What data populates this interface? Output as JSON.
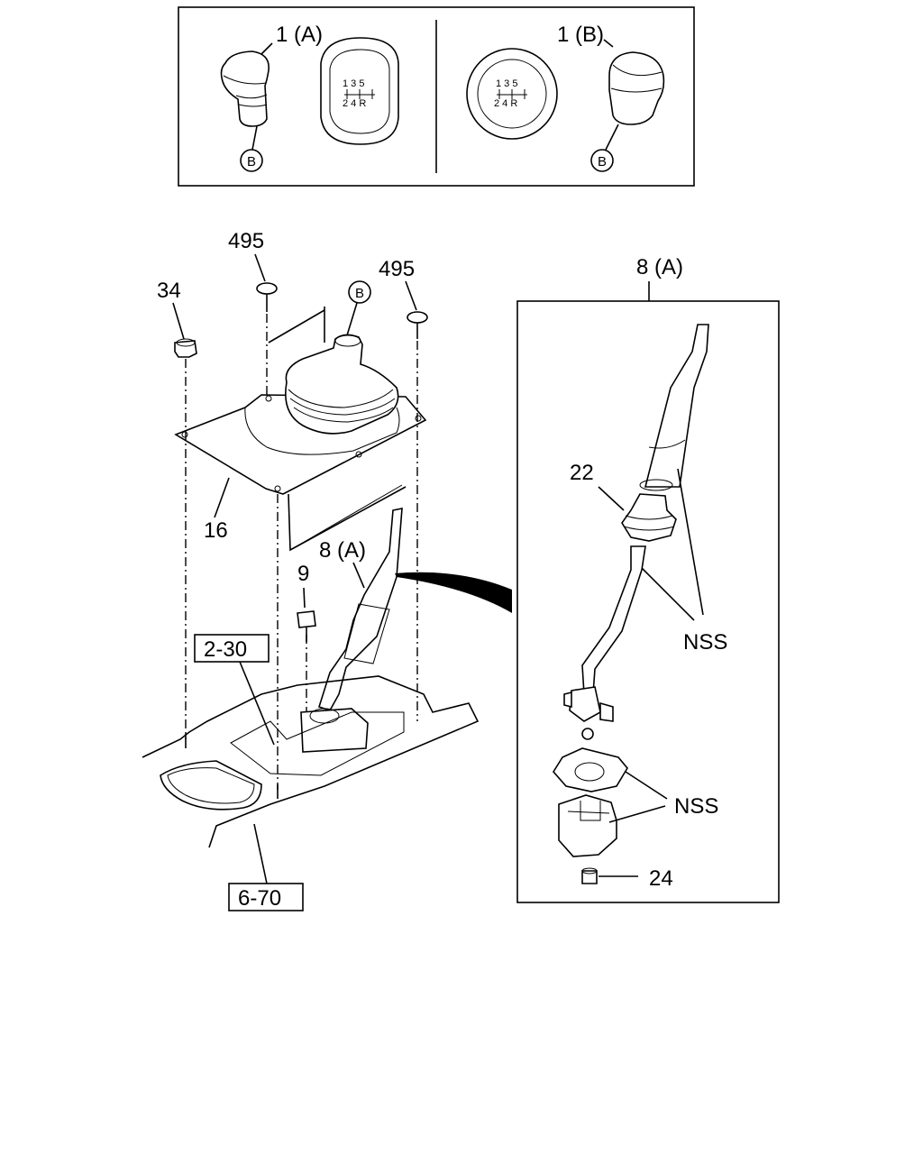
{
  "inset_top": {
    "knob_a_label": "1 (A)",
    "knob_b_label": "1 (B)",
    "callout_b": "B",
    "shift_pattern": {
      "top": "1 3 5",
      "bottom": "2 4 R"
    }
  },
  "main": {
    "nut_label": "34",
    "clip_label_left": "495",
    "clip_label_right": "495",
    "boot_callout": "B",
    "plate_label": "16",
    "bolt_label": "9",
    "lever_label": "8 (A)",
    "ref_box_1": "2-30",
    "ref_box_2": "6-70"
  },
  "detail": {
    "title": "8 (A)",
    "boot_label": "22",
    "nss_label_1": "NSS",
    "nss_label_2": "NSS",
    "bushing_label": "24"
  }
}
